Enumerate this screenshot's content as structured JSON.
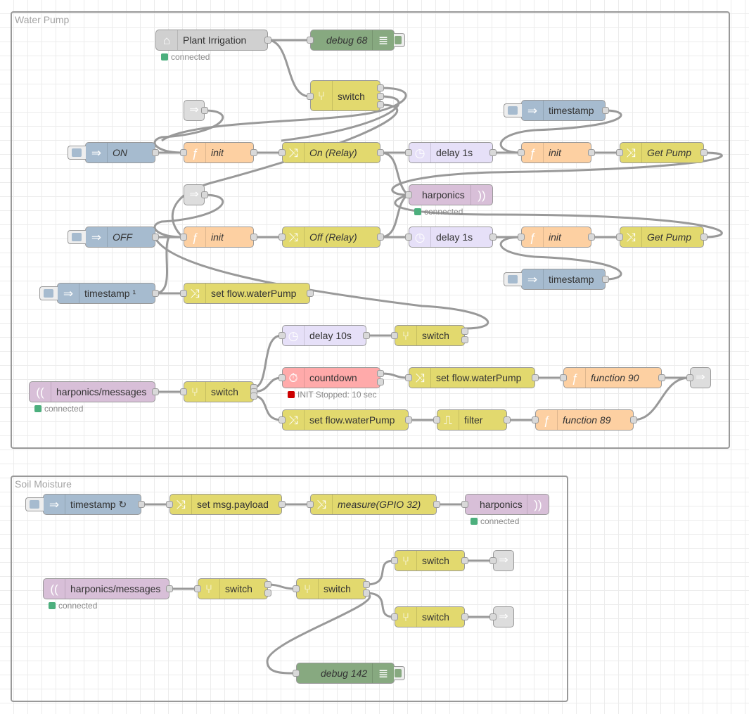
{
  "groups": [
    {
      "label": "Water Pump"
    },
    {
      "label": "Soil Moisture"
    }
  ],
  "nodes": {
    "plant": "Plant Irrigation",
    "debug68": "debug 68",
    "switch_top": "switch",
    "on": "ON",
    "init_on": "init",
    "on_relay": "On (Relay)",
    "delay_on": "delay 1s",
    "init_on2": "init",
    "getpump_on": "Get Pump",
    "timestamp_tr": "timestamp",
    "harp_mid": "harponics",
    "off": "OFF",
    "init_off": "init",
    "off_relay": "Off (Relay)",
    "delay_off": "delay 1s",
    "init_off2": "init",
    "getpump_off": "Get Pump",
    "timestamp_r2": "timestamp",
    "timestamp1": "timestamp ¹",
    "setflow1": "set flow.waterPump",
    "delay10": "delay 10s",
    "switch_d10": "switch",
    "harpmsg1": "harponics/messages",
    "switch_wp": "switch",
    "countdown": "countdown",
    "setflow2": "set flow.waterPump",
    "func90": "function 90",
    "setflow3": "set flow.waterPump",
    "filter": "filter",
    "func89": "function 89",
    "ts_loop": "timestamp ↻",
    "setmsg": "set msg.payload",
    "measure": "measure(GPIO 32)",
    "harp_sm": "harponics",
    "harpmsg2": "harponics/messages",
    "sw_a": "switch",
    "sw_b": "switch",
    "sw_c": "switch",
    "sw_d": "switch",
    "debug142": "debug 142"
  },
  "statuses": {
    "plant": "connected",
    "harp_mid": "connected",
    "harpmsg1": "connected",
    "countdown": "INIT Stopped: 10 sec",
    "harp_sm": "connected",
    "harpmsg2": "connected"
  },
  "colors": {
    "inject": "#a6bbcf",
    "function": "#fdd0a2",
    "change": "#e2d96e",
    "delay": "#e6e0f8",
    "mqtt": "#d8bfd8",
    "debug": "#87a980",
    "ui": "#d0d0d0",
    "countdown": "#ffaaaa",
    "link": "#dddddd",
    "status_green": "#4caf7d",
    "status_red": "#cc0000",
    "wire": "#999999"
  }
}
